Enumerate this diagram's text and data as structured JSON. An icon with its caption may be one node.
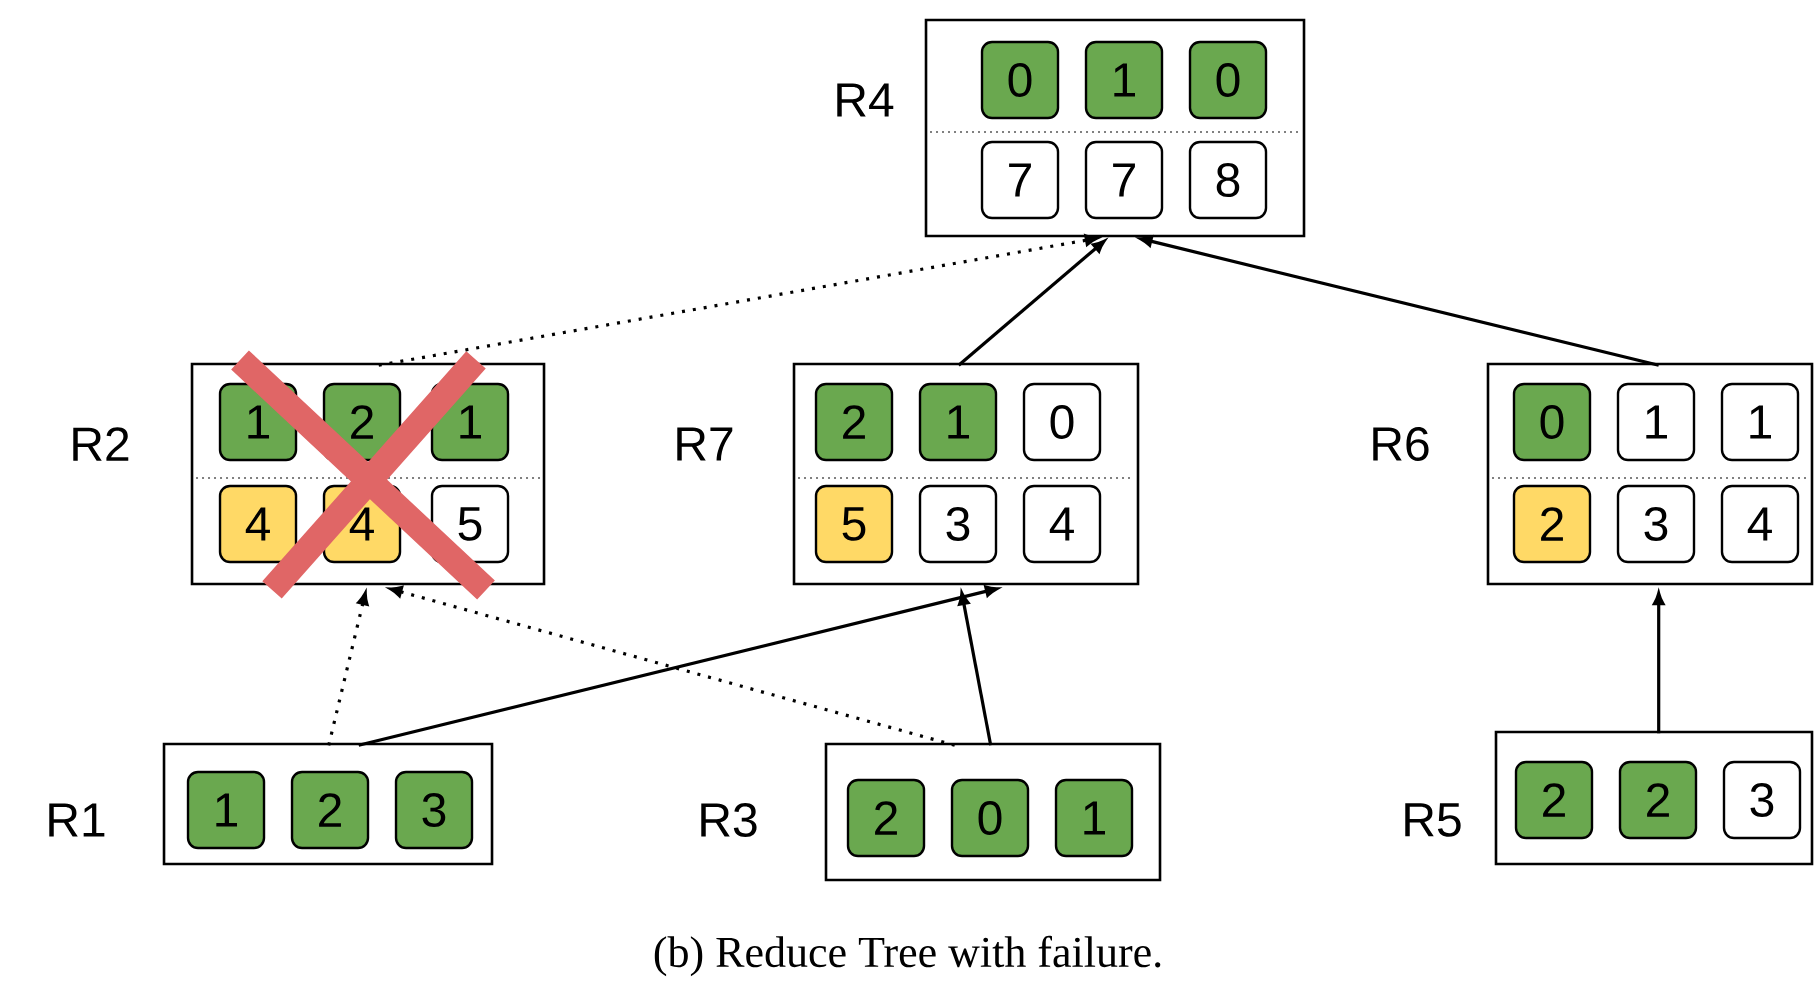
{
  "diagram": {
    "caption": "(b) Reduce Tree with failure.",
    "nodes": [
      {
        "text": [],
        "shape": "box",
        "beside": [
          "R4"
        ]
      },
      {
        "text": [
          "0"
        ],
        "in": 0
      },
      {
        "text": [
          "1"
        ],
        "in": 0
      },
      {
        "text": [
          "0"
        ],
        "in": 0
      },
      {
        "text": [
          "7"
        ],
        "in": 0
      },
      {
        "text": [
          "7"
        ],
        "in": 0
      },
      {
        "text": [
          "8"
        ],
        "in": 0
      },
      {
        "text": [],
        "shape": "box",
        "beside": [
          "R2"
        ]
      },
      {
        "text": [
          "1"
        ],
        "in": 7
      },
      {
        "text": [
          "2"
        ],
        "in": 7
      },
      {
        "text": [
          "1"
        ],
        "in": 7
      },
      {
        "text": [
          "4"
        ],
        "in": 7
      },
      {
        "text": [
          "4"
        ],
        "in": 7
      },
      {
        "text": [
          "5"
        ],
        "in": 7
      },
      {
        "text": [],
        "shape": "box",
        "beside": [
          "R7"
        ]
      },
      {
        "text": [
          "2"
        ],
        "in": 14
      },
      {
        "text": [
          "1"
        ],
        "in": 14
      },
      {
        "text": [
          "0"
        ],
        "in": 14
      },
      {
        "text": [
          "5"
        ],
        "in": 14
      },
      {
        "text": [
          "3"
        ],
        "in": 14
      },
      {
        "text": [
          "4"
        ],
        "in": 14
      },
      {
        "text": [],
        "shape": "box",
        "beside": [
          "R6"
        ]
      },
      {
        "text": [
          "0"
        ],
        "in": 21
      },
      {
        "text": [
          "1"
        ],
        "in": 21
      },
      {
        "text": [
          "1"
        ],
        "in": 21
      },
      {
        "text": [
          "2"
        ],
        "in": 21
      },
      {
        "text": [
          "3"
        ],
        "in": 21
      },
      {
        "text": [
          "4"
        ],
        "in": 21
      },
      {
        "text": [],
        "shape": "box",
        "beside": [
          "R1"
        ]
      },
      {
        "text": [
          "1"
        ],
        "in": 28
      },
      {
        "text": [
          "2"
        ],
        "in": 28
      },
      {
        "text": [
          "3"
        ],
        "in": 28
      },
      {
        "text": [],
        "shape": "box",
        "beside": [
          "R3"
        ]
      },
      {
        "text": [
          "2"
        ],
        "in": 32
      },
      {
        "text": [
          "0"
        ],
        "in": 32
      },
      {
        "text": [
          "1"
        ],
        "in": 32
      },
      {
        "text": [],
        "shape": "box",
        "beside": [
          "R5"
        ]
      },
      {
        "text": [
          "2"
        ],
        "in": 36
      },
      {
        "text": [
          "2"
        ],
        "in": 36
      },
      {
        "text": [
          "3"
        ],
        "in": 36
      }
    ],
    "edges": [
      {
        "from": 7,
        "to": 0,
        "arrow": "to",
        "style": "dashed"
      },
      {
        "from": 14,
        "to": 0,
        "arrow": "to"
      },
      {
        "from": 21,
        "to": 0,
        "arrow": "to"
      },
      {
        "from": 28,
        "to": 7,
        "arrow": "to",
        "style": "dashed"
      },
      {
        "from": 28,
        "to": 14,
        "arrow": "to"
      },
      {
        "from": 32,
        "to": 7,
        "arrow": "to",
        "style": "dashed"
      },
      {
        "from": 32,
        "to": 14,
        "arrow": "to"
      },
      {
        "from": 36,
        "to": 21,
        "arrow": "to"
      }
    ]
  }
}
